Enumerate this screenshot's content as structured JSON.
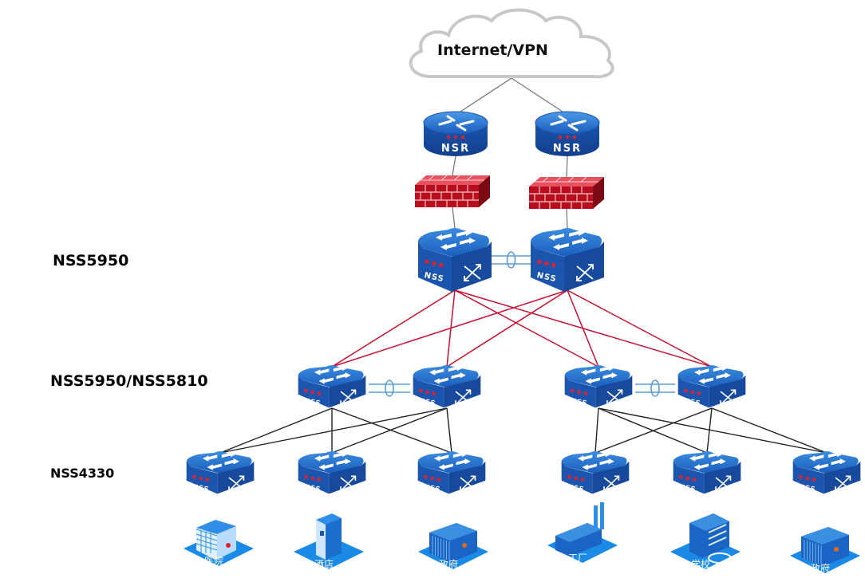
{
  "diagram": {
    "cloud": {
      "label": "Internet/VPN"
    },
    "tiers": [
      {
        "id": "core",
        "label": "NSS5950"
      },
      {
        "id": "aggregation",
        "label": "NSS5950/NSS5810"
      },
      {
        "id": "access",
        "label": "NSS4330"
      }
    ],
    "routers": [
      {
        "id": "r1",
        "label": "NSR"
      },
      {
        "id": "r2",
        "label": "NSR"
      }
    ],
    "firewalls": [
      {
        "id": "fw1"
      },
      {
        "id": "fw2"
      }
    ],
    "switch_badge": "NSS",
    "core_switches": [
      {
        "id": "c1"
      },
      {
        "id": "c2"
      }
    ],
    "aggregation_switches": [
      {
        "id": "a1"
      },
      {
        "id": "a2"
      },
      {
        "id": "a3"
      },
      {
        "id": "a4"
      }
    ],
    "access_switches": [
      {
        "id": "s1"
      },
      {
        "id": "s2"
      },
      {
        "id": "s3"
      },
      {
        "id": "s4"
      },
      {
        "id": "s5"
      },
      {
        "id": "s6"
      }
    ],
    "sites": [
      {
        "id": "b1",
        "type": "hospital",
        "label": "医院"
      },
      {
        "id": "b2",
        "type": "hotel",
        "label": "酒店"
      },
      {
        "id": "b3",
        "type": "government",
        "label": "政府"
      },
      {
        "id": "b4",
        "type": "factory",
        "label": "工厂"
      },
      {
        "id": "b5",
        "type": "school",
        "label": "学校"
      },
      {
        "id": "b6",
        "type": "government",
        "label": "政府"
      }
    ],
    "links": {
      "uplink": [
        "cloud-r1",
        "cloud-r2",
        "r1-fw1",
        "r2-fw2",
        "fw1-c1",
        "fw2-c2"
      ],
      "core_to_aggregation": [
        "c1-a1",
        "c1-a2",
        "c1-a3",
        "c1-a4",
        "c2-a1",
        "c2-a2",
        "c2-a3",
        "c2-a4"
      ],
      "stack_links": [
        "c1-c2",
        "a1-a2",
        "a3-a4"
      ],
      "aggregation_to_access": [
        "a1-s1",
        "a1-s2",
        "a1-s3",
        "a2-s1",
        "a2-s2",
        "a2-s3",
        "a3-s4",
        "a3-s5",
        "a3-s6",
        "a4-s4",
        "a4-s5",
        "a4-s6"
      ]
    },
    "colors": {
      "device_blue": "#1a56b0",
      "device_top": "#2a78d4",
      "firewall_red": "#c8102e",
      "core_link": "#c8102e",
      "access_link": "#222222",
      "stack_link": "#5b9bd5",
      "cloud_stroke": "#c8c8c8"
    }
  }
}
